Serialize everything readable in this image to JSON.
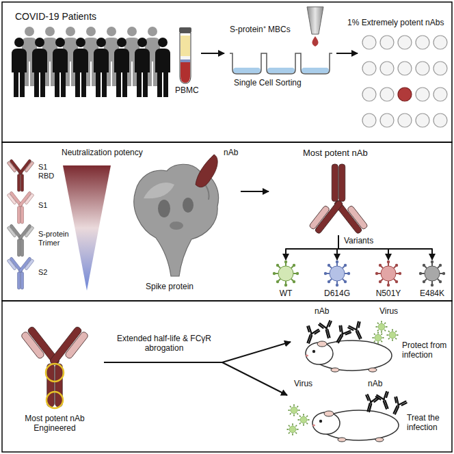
{
  "diagram": {
    "nodes": [
      {
        "text": [
          "COVID-19 Patients",
          "PBMC"
        ]
      },
      {
        "text": [
          "S-protein⁺ MBCs",
          "Single Cell Sorting"
        ]
      },
      {
        "text": [
          "1% Extremely potent nAbs"
        ]
      },
      {
        "text": [
          "nAb",
          "Spike protein"
        ]
      },
      {
        "text": [
          "Most potent nAb"
        ]
      },
      {
        "text": [
          "WT"
        ]
      },
      {
        "text": [
          "D614G"
        ]
      },
      {
        "text": [
          "N501Y"
        ]
      },
      {
        "text": [
          "E484K"
        ]
      },
      {
        "text": [
          "Most potent nAb Engineered"
        ]
      },
      {
        "text": [
          "nAb",
          "Virus",
          "Protect from infection"
        ]
      },
      {
        "text": [
          "Virus",
          "nAb",
          "Treat the infection"
        ]
      }
    ],
    "edges": [
      {
        "from": 0,
        "to": 1,
        "arrow": "to"
      },
      {
        "from": 1,
        "to": 2,
        "arrow": "to"
      },
      {
        "from": 3,
        "to": 4,
        "arrow": "to"
      },
      {
        "from": 4,
        "to": 5,
        "arrow": "to"
      },
      {
        "from": 4,
        "to": 6,
        "arrow": "to"
      },
      {
        "from": 4,
        "to": 7,
        "arrow": "to"
      },
      {
        "from": 4,
        "to": 8,
        "arrow": "to"
      },
      {
        "from": 9,
        "to": 10,
        "label": "Extended half-life & FCγR abrogation",
        "arrow": "to"
      },
      {
        "from": 9,
        "to": 11,
        "arrow": "to"
      }
    ],
    "labels": [
      "Neutralization potency",
      "S1 RBD",
      "S1",
      "S-protein Trimer",
      "S2",
      "Variants"
    ]
  }
}
